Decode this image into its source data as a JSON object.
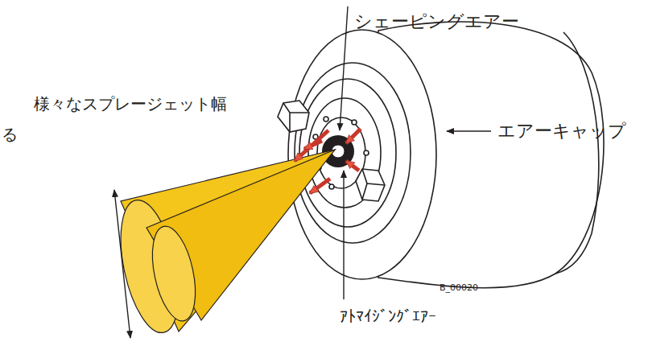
{
  "diagram": {
    "labels": [
      "シェーピングエアー",
      "様々なスプレージェット幅",
      "る",
      "エアーキャップ",
      "B_00020",
      "ｱﾄﾏｲｼﾞﾝｸﾞｴｱｰ"
    ]
  }
}
